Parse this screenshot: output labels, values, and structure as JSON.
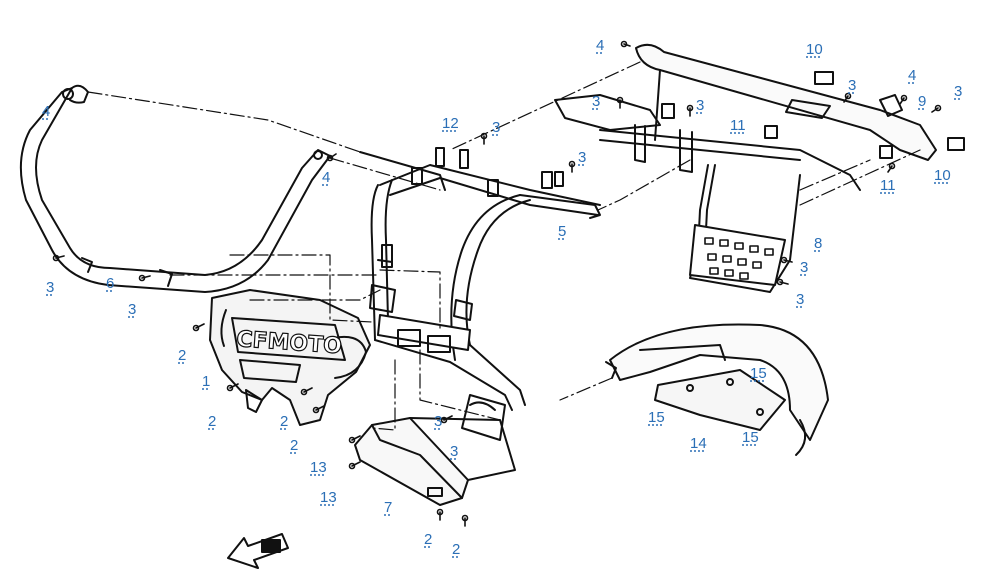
{
  "parts_diagram": {
    "brand_lettering": "CFMOTO",
    "colors": {
      "line": "#111111",
      "callout": "#2b6fb6",
      "background": "#ffffff"
    },
    "callouts": [
      {
        "id": "c1",
        "label": "4"
      },
      {
        "id": "c2",
        "label": "4"
      },
      {
        "id": "c3",
        "label": "3"
      },
      {
        "id": "c4",
        "label": "6"
      },
      {
        "id": "c5",
        "label": "3"
      },
      {
        "id": "c6",
        "label": "2"
      },
      {
        "id": "c7",
        "label": "1"
      },
      {
        "id": "c8",
        "label": "2"
      },
      {
        "id": "c9",
        "label": "2"
      },
      {
        "id": "c10",
        "label": "2"
      },
      {
        "id": "c11",
        "label": "13"
      },
      {
        "id": "c12",
        "label": "13"
      },
      {
        "id": "c13",
        "label": "7"
      },
      {
        "id": "c14",
        "label": "2"
      },
      {
        "id": "c15",
        "label": "2"
      },
      {
        "id": "c16",
        "label": "12"
      },
      {
        "id": "c17",
        "label": "3"
      },
      {
        "id": "c18",
        "label": "3"
      },
      {
        "id": "c19",
        "label": "5"
      },
      {
        "id": "c20",
        "label": "3"
      },
      {
        "id": "c21",
        "label": "3"
      },
      {
        "id": "c22",
        "label": "4"
      },
      {
        "id": "c23",
        "label": "3"
      },
      {
        "id": "c24",
        "label": "3"
      },
      {
        "id": "c25",
        "label": "10"
      },
      {
        "id": "c26",
        "label": "3"
      },
      {
        "id": "c27",
        "label": "4"
      },
      {
        "id": "c28",
        "label": "9"
      },
      {
        "id": "c29",
        "label": "3"
      },
      {
        "id": "c30",
        "label": "11"
      },
      {
        "id": "c31",
        "label": "11"
      },
      {
        "id": "c32",
        "label": "10"
      },
      {
        "id": "c33",
        "label": "8"
      },
      {
        "id": "c34",
        "label": "3"
      },
      {
        "id": "c35",
        "label": "3"
      },
      {
        "id": "c36",
        "label": "15"
      },
      {
        "id": "c37",
        "label": "15"
      },
      {
        "id": "c38",
        "label": "14"
      },
      {
        "id": "c39",
        "label": "15"
      }
    ]
  }
}
